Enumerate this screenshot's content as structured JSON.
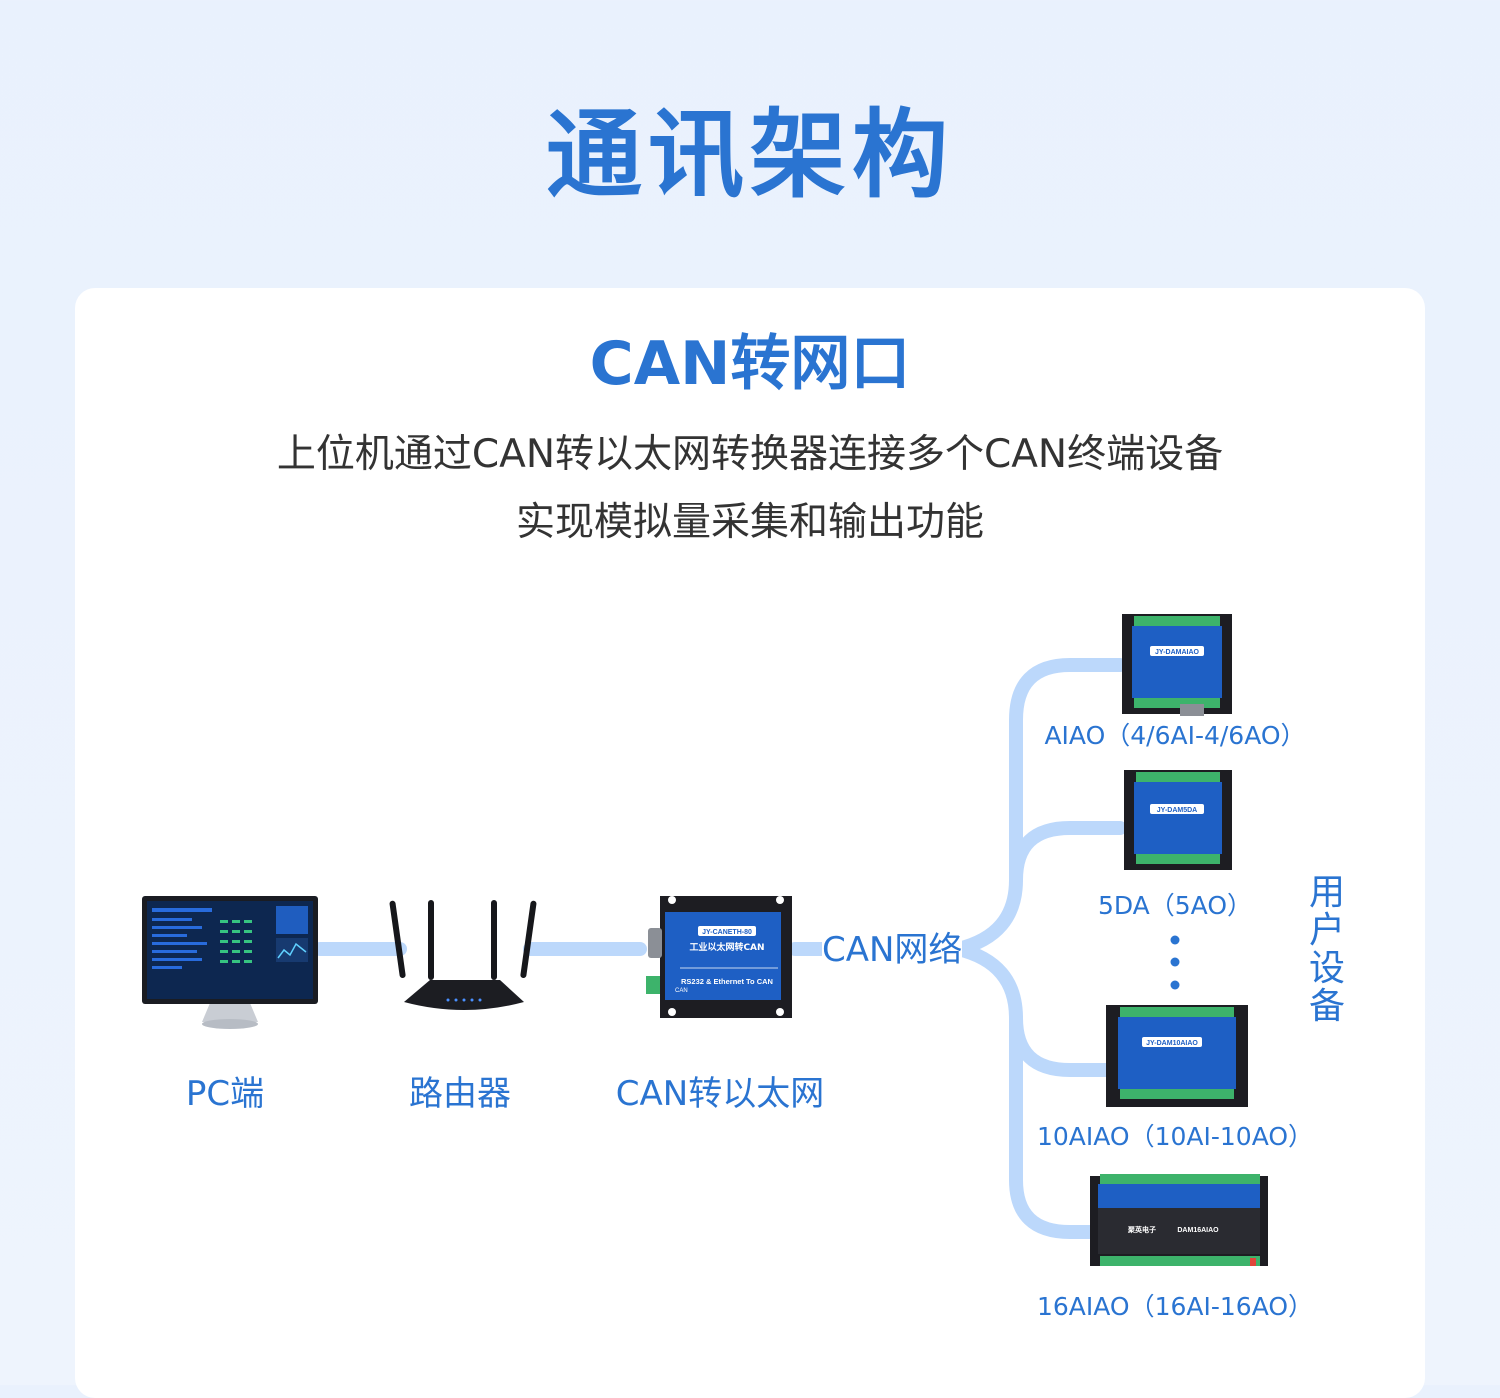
{
  "page": {
    "title": "通讯架构"
  },
  "section": {
    "title": "CAN转网口",
    "desc_line1": "上位机通过CAN转以太网转换器连接多个CAN终端设备",
    "desc_line2": "实现模拟量采集和输出功能"
  },
  "nodes": {
    "pc_label": "PC端",
    "router_label": "路由器",
    "converter_label": "CAN转以太网",
    "network_label": "CAN网络",
    "user_devices_label": "用户设备"
  },
  "converter_device": {
    "model": "JY-CANETH-80",
    "name": "工业以太网转CAN",
    "subtitle": "RS232 & Ethernet To CAN",
    "port_label": "CAN"
  },
  "devices": [
    {
      "model": "JY-DAMAIAO",
      "label": "AIAO（4/6AI-4/6AO）"
    },
    {
      "model": "JY-DAM5DA",
      "label": "5DA（5AO）"
    },
    {
      "model": "JY-DAM10AIAO",
      "label": "10AIAO（10AI-10AO）"
    },
    {
      "model": "DAM16AIAO",
      "brand": "聚英电子",
      "label": "16AIAO（16AI-16AO）"
    }
  ],
  "colors": {
    "accent": "#2a74d1",
    "connector": "#bcd8fb",
    "text": "#333333",
    "device_blue": "#1e5fc4",
    "device_dark": "#1d1d22",
    "terminal_green": "#3db36b"
  }
}
